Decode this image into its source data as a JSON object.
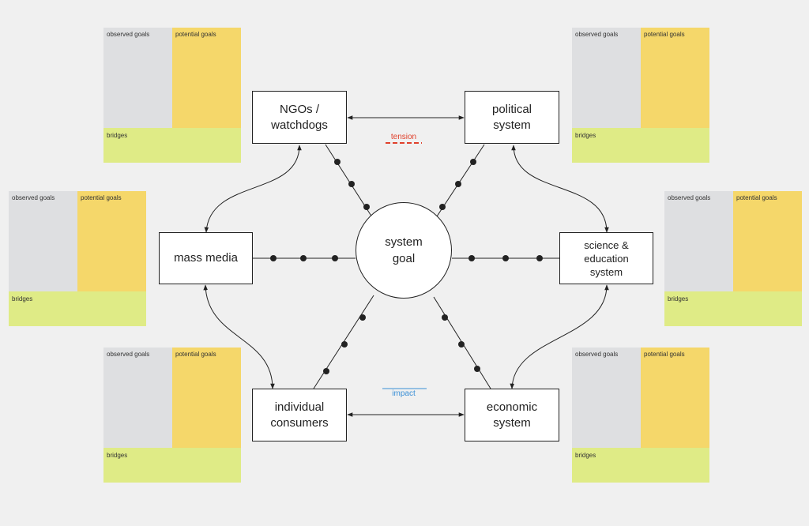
{
  "hub": {
    "label": "system\ngoal"
  },
  "nodes": {
    "ngos": "NGOs /\nwatchdogs",
    "political": "political\nsystem",
    "mass_media": "mass media",
    "science": "science &\neducation\nsystem",
    "consumers": "individual\nconsumers",
    "economic": "economic\nsystem"
  },
  "relations": {
    "tension": {
      "label": "tension",
      "color": "#e0402b"
    },
    "impact": {
      "label": "impact",
      "color": "#3a8fd6"
    }
  },
  "goal_cards": {
    "colors": {
      "observed": "#dedfe1",
      "potential": "#f5d76a",
      "bridges": "#dfeb86"
    },
    "observed_label": "observed goals",
    "potential_label": "potential goals",
    "bridges_label": "bridges"
  }
}
